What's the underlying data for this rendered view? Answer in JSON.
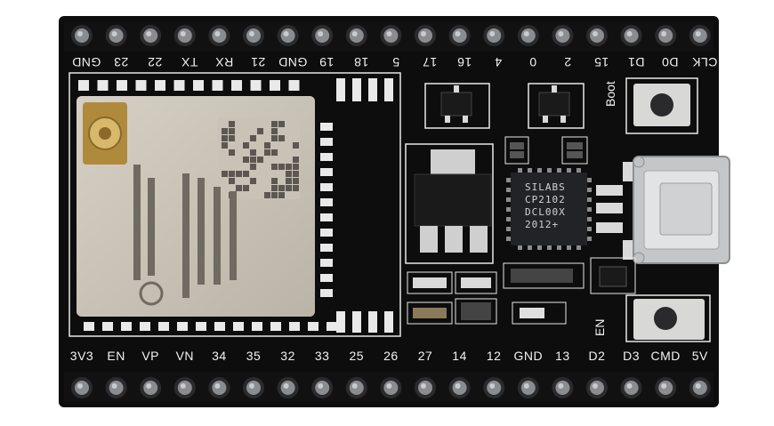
{
  "board": {
    "top_pins": [
      "CLK",
      "D0",
      "D1",
      "15",
      "2",
      "0",
      "4",
      "16",
      "17",
      "5",
      "18",
      "19",
      "GND",
      "21",
      "RX",
      "TX",
      "22",
      "23",
      "GND"
    ],
    "bottom_pins": [
      "3V3",
      "EN",
      "VP",
      "VN",
      "34",
      "35",
      "32",
      "33",
      "25",
      "26",
      "27",
      "14",
      "12",
      "GND",
      "13",
      "D2",
      "D3",
      "CMD",
      "5V"
    ],
    "chip_text": [
      "SILABS",
      "CP2102",
      "DCL00X",
      "2012+"
    ],
    "silk_boot": "Boot",
    "silk_en": "EN"
  },
  "colors": {
    "pcb": "#0d0d0e",
    "pin": "#8a8d90",
    "module": "#c9c2b6",
    "usb": "#c4c6c8",
    "silkscreen": "#f2f2f2"
  }
}
